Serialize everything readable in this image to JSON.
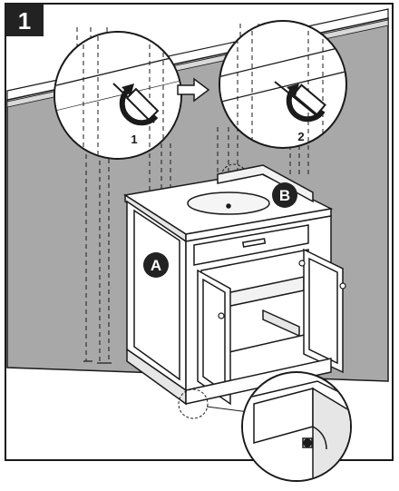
{
  "step": {
    "number": "1"
  },
  "callouts": {
    "a": "A",
    "b": "B",
    "detail_1": "1",
    "detail_2": "2"
  },
  "icons": {
    "arrow": "right-arrow-icon"
  },
  "colors": {
    "wall": "#a8a8a8",
    "line": "#1a1a1a",
    "badge": "#222222",
    "background": "#ffffff"
  }
}
